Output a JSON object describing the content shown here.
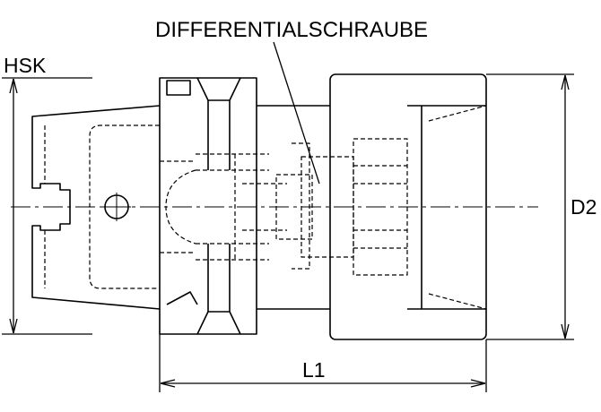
{
  "labels": {
    "part_name": "DIFFERENTIALSCHRAUBE",
    "interface": "HSK",
    "outer_diameter": "D2",
    "overall_length": "L1"
  },
  "colors": {
    "line": "#000000",
    "background": "#ffffff"
  }
}
